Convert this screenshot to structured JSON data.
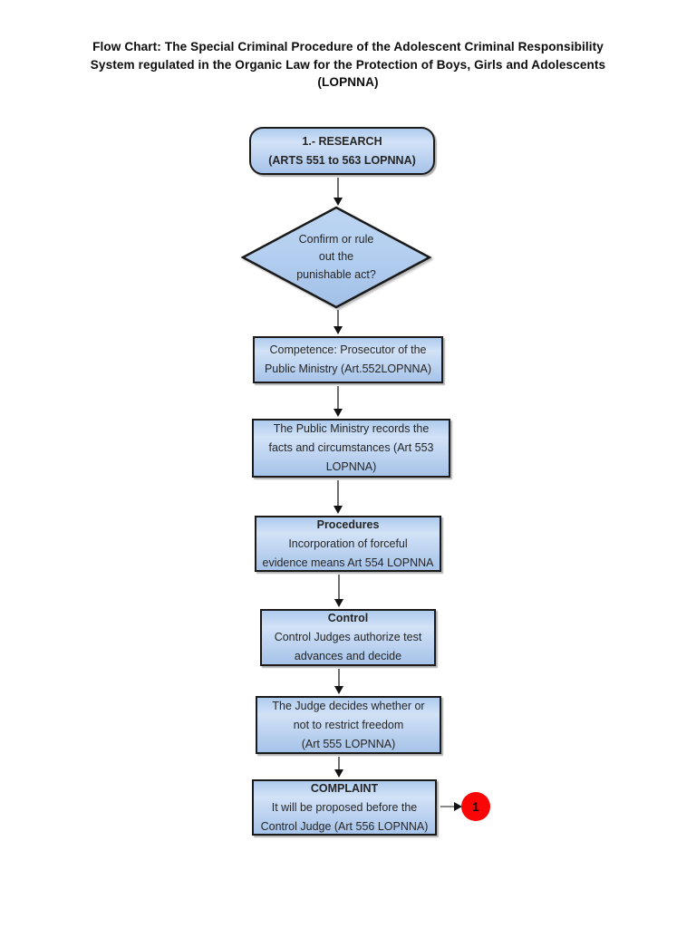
{
  "title": {
    "line1": "Flow Chart: The Special Criminal Procedure of the Adolescent Criminal Responsibility",
    "line2": "System regulated in the Organic Law for the Protection of Boys, Girls and Adolescents",
    "line3": "(LOPNNA)"
  },
  "flowchart": {
    "research": {
      "line1": "1.- RESEARCH",
      "line2": "(ARTS 551 to 563 LOPNNA)"
    },
    "decision": {
      "line1": "Confirm or rule",
      "line2": "out the",
      "line3": "punishable act?"
    },
    "competence": {
      "line1": "Competence: Prosecutor of the",
      "line2": "Public Ministry (Art.552LOPNNA)"
    },
    "records": {
      "line1": "The Public Ministry records the",
      "line2": "facts and circumstances (Art 553",
      "line3": "LOPNNA)"
    },
    "procedures": {
      "heading": "Procedures",
      "line1": "Incorporation of forceful",
      "line2": "evidence means Art 554 LOPNNA"
    },
    "control": {
      "heading": "Control",
      "line1": "Control Judges authorize test",
      "line2": "advances and decide"
    },
    "judge_decides": {
      "line1": "The Judge decides whether or",
      "line2": "not to restrict freedom",
      "line3": "(Art 555 LOPNNA)"
    },
    "complaint": {
      "heading": "COMPLAINT",
      "line1": "It will be proposed before the",
      "line2": "Control Judge (Art 556 LOPNNA)"
    },
    "connector_badge": {
      "label": "1"
    },
    "colors": {
      "node_fill_light": "#d2e2f7",
      "node_fill_dark": "#a6c3e9",
      "node_border": "#1a1a1a",
      "badge_red": "#fa0606",
      "arrow_line": "#6e6e6e",
      "arrow_head": "#111111",
      "text": "#262626"
    }
  }
}
